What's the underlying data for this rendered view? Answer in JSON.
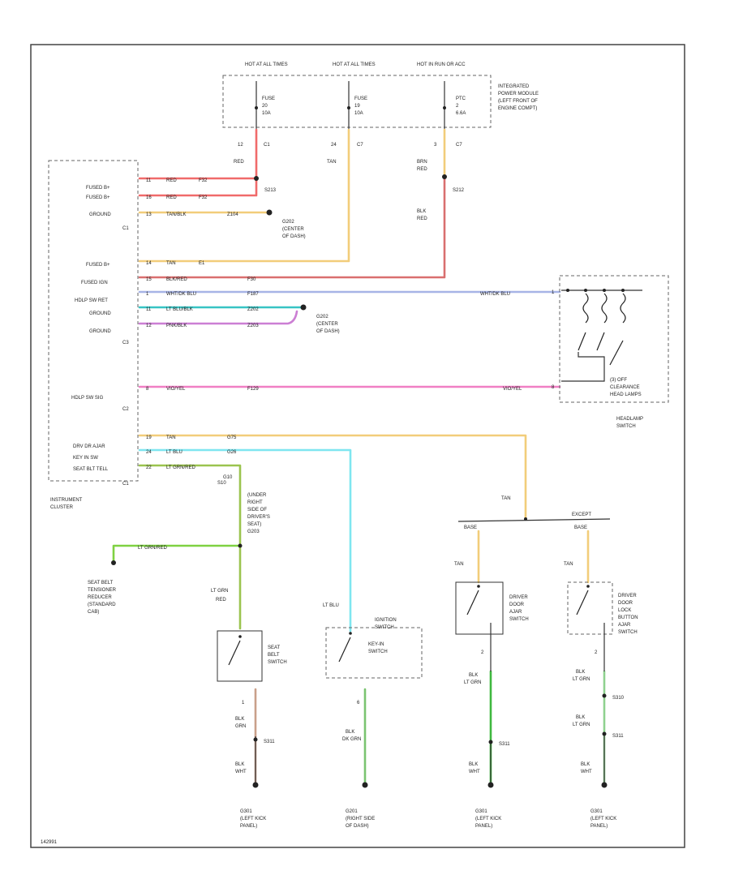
{
  "colors": {
    "red": "#f06a6a",
    "tan": "#f2cd7a",
    "brn_red": "#d96f6f",
    "wht_blu": "#a7b4e6",
    "lt_blu_blk": "#37c4c4",
    "pnk_blu": "#cc7fd4",
    "vio_yel": "#f07fc4",
    "lt_blu": "#7fe6f0",
    "lt_grn_red": "#9bc44f",
    "lt_grn_red_b": "#7fd142",
    "blk_grn": "#c9a08a",
    "blk_dk_grn": "#7ac470",
    "blk_lt_grn": "#3fb83f",
    "blk_lt_grn_b": "#8fd18f",
    "frame": "#444444"
  },
  "top": {
    "hot1": "HOT AT ALL TIMES",
    "hot2": "HOT AT ALL TIMES",
    "hot3": "HOT IN RUN OR ACC",
    "fuse1": [
      "FUSE",
      "20",
      "10A"
    ],
    "fuse2": [
      "FUSE",
      "19",
      "10A"
    ],
    "ptc": [
      "PTC",
      "2",
      "6.6A"
    ],
    "ipm": [
      "INTEGRATED",
      "POWER MODULE",
      "(LEFT FRONT OF",
      "ENGINE COMPT)"
    ]
  },
  "cav": {
    "c12": "12",
    "c1": "C1",
    "c24": "24",
    "c7a": "C7",
    "c3": "3",
    "c7b": "C7",
    "red": "RED",
    "tan": "TAN",
    "brn": "BRN",
    "red2": "RED",
    "s213": "S213",
    "s212": "S212",
    "blk": "BLK",
    "red3": "RED"
  },
  "cluster": {
    "left_labels": [
      "FUSED B+",
      "FUSED B+",
      "GROUND",
      "C1",
      "FUSED B+",
      "FUSED IGN",
      "HDLP SW RET",
      "GROUND",
      "GROUND",
      "C3",
      "HDLP SW SIG",
      "C2",
      "DRV DR AJAR",
      "KEY IN SW",
      "SEAT BLT TELL",
      "C1"
    ],
    "wire_text": [
      "11",
      "RED",
      "F32",
      "16",
      "RED",
      "F32",
      "13",
      "TAN/BLK",
      "Z104",
      "14",
      "TAN",
      "E1",
      "15",
      "BLK/RED",
      "F30",
      "1",
      "WHT/DK BLU",
      "F187",
      "11",
      "LT BLU/BLK",
      "Z202",
      "12",
      "PNK/BLK",
      "Z203",
      "8",
      "VIO/YEL",
      "F129",
      "19",
      "TAN",
      "G75",
      "24",
      "LT BLU",
      "G26",
      "22",
      "LT GRN/RED",
      "G10"
    ],
    "name": [
      "INSTRUMENT",
      "CLUSTER"
    ],
    "g202a": [
      "G202",
      "(CENTER",
      "OF DASH)"
    ],
    "g202b": [
      "G202",
      "(CENTER",
      "OF DASH)"
    ]
  },
  "headlamp": {
    "wire_text": [
      "WHT/DK BLU",
      "VIO/YEL"
    ],
    "pins": [
      "1",
      "8"
    ],
    "switch_box": [
      "(3) OFF",
      "CLEARANCE",
      "HEAD LAMPS"
    ],
    "name": [
      "HEADLAMP",
      "SWITCH"
    ]
  },
  "lower": {
    "s10": "S10",
    "splice_note": [
      "(UNDER",
      "RIGHT",
      "SIDE OF",
      "DRIVER'S",
      "SEAT)",
      "G203"
    ],
    "lt_grn_red": "LT GRN/RED",
    "tensioner": [
      "SEAT BELT",
      "TENSIONER",
      "REDUCER",
      "(STANDARD",
      "CAB)"
    ],
    "ltgrn": "LT GRN",
    "red": "RED",
    "seat_belt_switch": [
      "SEAT",
      "BELT",
      "SWITCH"
    ],
    "p1": "1",
    "blk": "BLK",
    "grn": "GRN",
    "s311a": "S311",
    "blk2": "BLK",
    "wht": "WHT",
    "g301a": [
      "G301",
      "(LEFT KICK",
      "PANEL)"
    ],
    "ltblu": "LT BLU",
    "ign_switch": [
      "IGNITION",
      "SWITCH"
    ],
    "key_in_switch": [
      "KEY-IN",
      "SWITCH"
    ],
    "p6": "6",
    "blk3": "BLK",
    "dkgrn": "DK GRN",
    "g201": [
      "G201",
      "(RIGHT SIDE",
      "OF DASH)"
    ],
    "tan": "TAN",
    "base": "BASE",
    "except": "EXCEPT",
    "base2": "BASE",
    "tan2": "TAN",
    "tan3": "TAN",
    "door_ajar": [
      "DRIVER",
      "DOOR",
      "AJAR",
      "SWITCH"
    ],
    "p2a": "2",
    "blk4": "BLK",
    "ltgrn2": "LT GRN",
    "s311b": "S311",
    "blk5": "BLK",
    "wht2": "WHT",
    "g301b": [
      "G301",
      "(LEFT KICK",
      "PANEL)"
    ],
    "lock_ajar": [
      "DRIVER",
      "DOOR",
      "LOCK",
      "BUTTON",
      "AJAR",
      "SWITCH"
    ],
    "p2b": "2",
    "blk6": "BLK",
    "ltgrn3": "LT GRN",
    "s310": "S310",
    "blk7": "BLK",
    "ltgrn4": "LT GRN",
    "s311c": "S311",
    "blk8": "BLK",
    "wht3": "WHT",
    "g301c": [
      "G301",
      "(LEFT KICK",
      "PANEL)"
    ]
  },
  "footer": "142991"
}
